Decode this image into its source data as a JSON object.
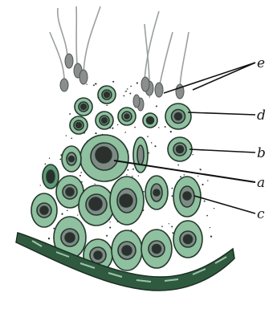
{
  "figure": {
    "labels": {
      "a": "a",
      "b": "b",
      "c": "c",
      "d": "d",
      "e": "e"
    },
    "colors": {
      "cell_fill": "#8fc0a0",
      "cell_fill_dark": "#5f9a78",
      "cell_outline": "#24382b",
      "nucleus_ring": "#7f8a86",
      "nucleus_dark": "#2b2f2e",
      "sperm_head": "#8a8f8d",
      "sperm_tail": "#9aa09e",
      "basement_membrane": "#2f5a3f",
      "leader_line": "#111111"
    }
  }
}
